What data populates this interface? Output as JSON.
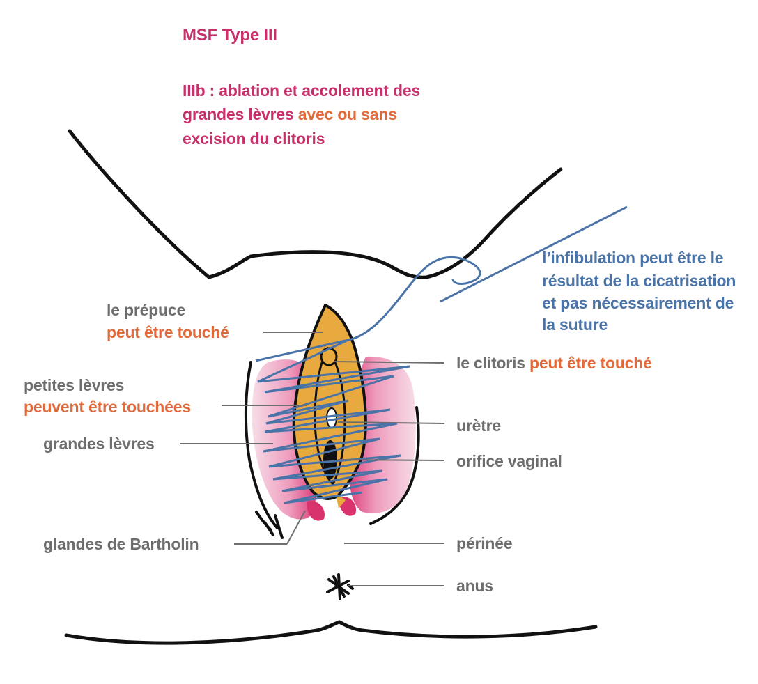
{
  "heading": {
    "title": "MSF Type III",
    "desc_1": "IIIb : ablation et accolement des",
    "desc_2a": "grandes lèvres ",
    "desc_2b": "avec ou sans",
    "desc_3": "excision du clitoris"
  },
  "note": {
    "line1": "l’infibulation peut être le",
    "line2": "résultat de la cicatrisation",
    "line3": "et pas nécessairement de",
    "line4": "la suture"
  },
  "labels_left": {
    "prepuce": "le prépuce",
    "prepuce_note": "peut être touché",
    "petites": "petites lèvres",
    "petites_note": "peuvent être touchées",
    "grandes": "grandes lèvres",
    "bartholin": "glandes de Bartholin"
  },
  "labels_right": {
    "clitoris": "le clitoris ",
    "clitoris_note": "peut être touché",
    "uretre": "urètre",
    "orifice": "orifice vaginal",
    "perinee": "périnée",
    "anus": "anus"
  },
  "colors": {
    "pink": "#c7306b",
    "orange": "#e06a3a",
    "gray": "#6e6e6e",
    "blue": "#4a73a8",
    "labia_major": "#e0447a",
    "labia_minor": "#e8a93e"
  }
}
